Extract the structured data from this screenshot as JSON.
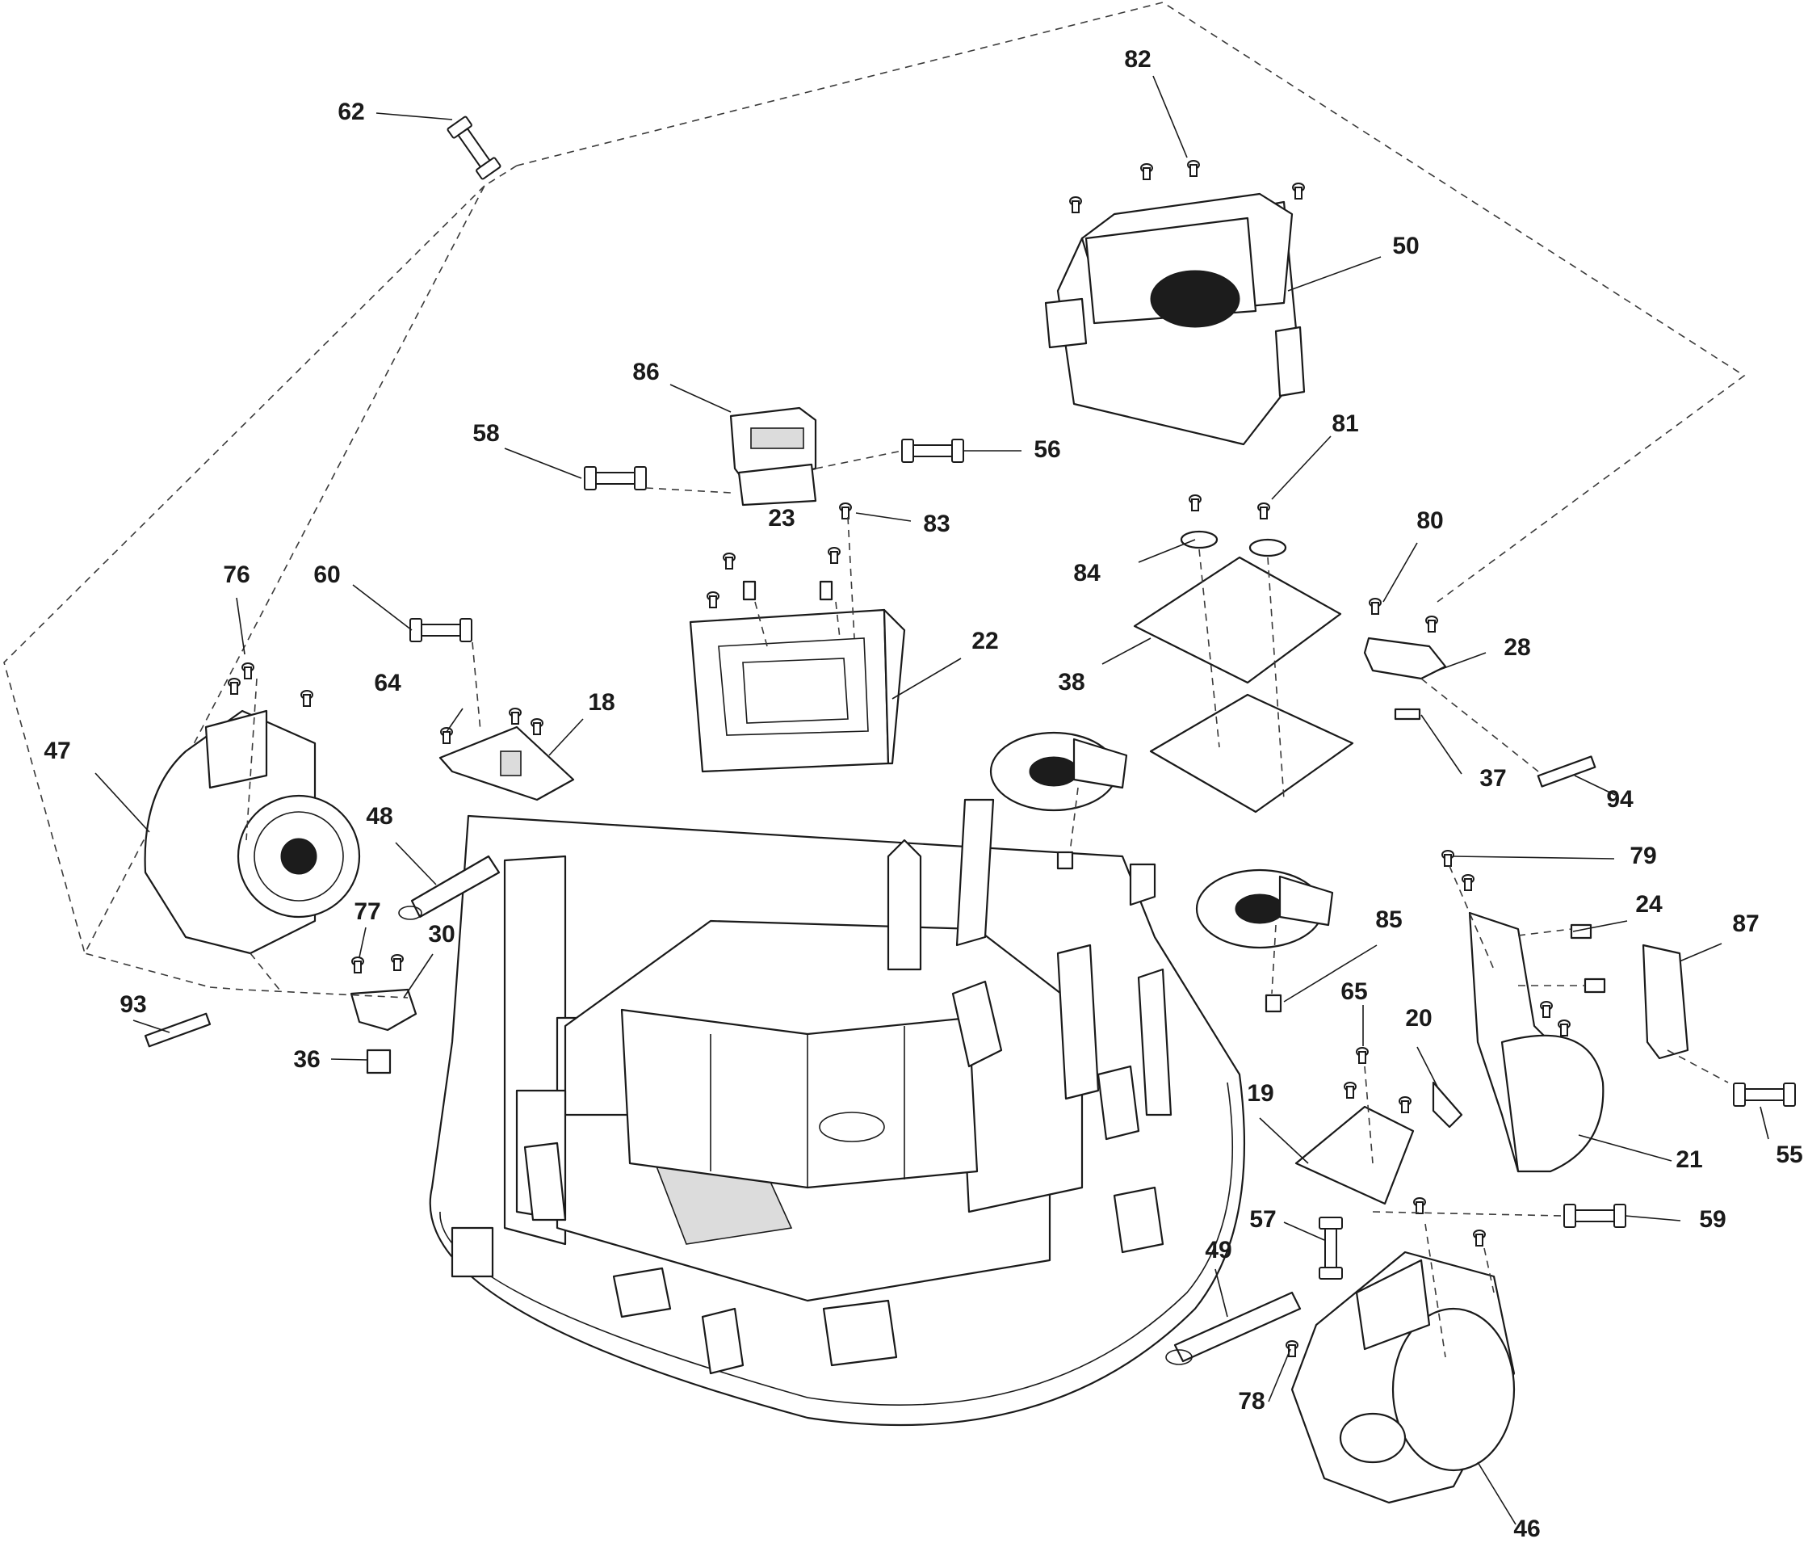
{
  "callouts": [
    {
      "id": "62",
      "label": "62"
    },
    {
      "id": "82",
      "label": "82"
    },
    {
      "id": "50",
      "label": "50"
    },
    {
      "id": "86",
      "label": "86"
    },
    {
      "id": "58",
      "label": "58"
    },
    {
      "id": "56",
      "label": "56"
    },
    {
      "id": "81",
      "label": "81"
    },
    {
      "id": "23",
      "label": "23"
    },
    {
      "id": "83",
      "label": "83"
    },
    {
      "id": "80",
      "label": "80"
    },
    {
      "id": "84",
      "label": "84"
    },
    {
      "id": "76",
      "label": "76"
    },
    {
      "id": "60",
      "label": "60"
    },
    {
      "id": "22",
      "label": "22"
    },
    {
      "id": "28",
      "label": "28"
    },
    {
      "id": "64",
      "label": "64"
    },
    {
      "id": "18",
      "label": "18"
    },
    {
      "id": "38",
      "label": "38"
    },
    {
      "id": "47",
      "label": "47"
    },
    {
      "id": "37",
      "label": "37"
    },
    {
      "id": "94",
      "label": "94"
    },
    {
      "id": "48",
      "label": "48"
    },
    {
      "id": "79",
      "label": "79"
    },
    {
      "id": "24",
      "label": "24"
    },
    {
      "id": "77",
      "label": "77"
    },
    {
      "id": "30",
      "label": "30"
    },
    {
      "id": "85",
      "label": "85"
    },
    {
      "id": "87",
      "label": "87"
    },
    {
      "id": "93",
      "label": "93"
    },
    {
      "id": "65",
      "label": "65"
    },
    {
      "id": "20",
      "label": "20"
    },
    {
      "id": "36",
      "label": "36"
    },
    {
      "id": "19",
      "label": "19"
    },
    {
      "id": "21",
      "label": "21"
    },
    {
      "id": "55",
      "label": "55"
    },
    {
      "id": "57",
      "label": "57"
    },
    {
      "id": "59",
      "label": "59"
    },
    {
      "id": "49",
      "label": "49"
    },
    {
      "id": "78",
      "label": "78"
    },
    {
      "id": "46",
      "label": "46"
    }
  ]
}
